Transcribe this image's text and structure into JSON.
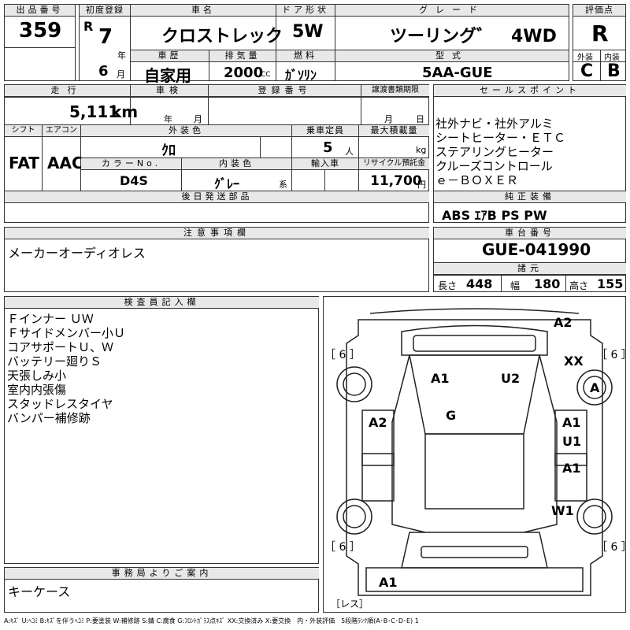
{
  "row1": {
    "lot_no_label": "出品番号",
    "lot_no": "359",
    "first_reg_label": "初度登録",
    "era": "R",
    "year": "7",
    "year_unit": "年",
    "month": "6",
    "month_unit": "月",
    "car_name_label": "車名",
    "car_name": "クロストレック",
    "doors_label": "ドア形状",
    "doors": "5W",
    "grade_label": "グレード",
    "grade": "ツーリング゛　4WD",
    "score_label": "評価点",
    "score": "R",
    "history_label": "車歴",
    "history": "自家用",
    "displacement_label": "排気量",
    "displacement": "2000",
    "displacement_unit": "CC",
    "fuel_label": "燃料",
    "fuel": "ｶﾞｿﾘﾝ",
    "model_label": "型式",
    "model": "5AA-GUE",
    "exterior_label": "外装",
    "exterior": "C",
    "interior_label": "内装",
    "interior": "B"
  },
  "row2": {
    "mileage_label": "走行",
    "mileage": "5,111",
    "mileage_unit": "km",
    "inspection_label": "車検",
    "insp_year_unit": "年",
    "insp_month_unit": "月",
    "reg_no_label": "登録番号",
    "transfer_label": "譲渡書類期限",
    "transfer_month_unit": "月",
    "transfer_day_unit": "日",
    "shift_label": "シフト",
    "shift": "FAT",
    "ac_label": "エアコン",
    "ac": "AAC",
    "color_label": "外装色",
    "color": "ｸﾛ",
    "capacity_label": "乗車定員",
    "capacity": "5",
    "capacity_unit": "人",
    "load_label": "最大積載量",
    "load_unit": "kg",
    "color_no_label": "カラーNo.",
    "color_no": "D4S",
    "int_color_label": "内装色",
    "int_color": "ｸﾞﾚｰ",
    "int_color_unit": "系",
    "import_label": "輸入車",
    "recycle_label": "リサイクル預託金",
    "recycle": "11,700",
    "recycle_unit": "円",
    "later_parts_label": "後日発送部品"
  },
  "sales": {
    "label": "セールスポイント",
    "lines": [
      "社外ナビ・社外アルミ",
      "シートヒーター・ＥＴＣ",
      "ステアリングヒーター",
      "クルーズコントロール",
      "ｅ－ＢＯＸＥＲ"
    ]
  },
  "equipment": {
    "label": "純正装備",
    "value": "ABS ｴｱB PS PW"
  },
  "notes": {
    "label": "注意事項欄",
    "value": "メーカーオーディオレス"
  },
  "chassis": {
    "label": "車台番号",
    "value": "GUE-041990",
    "specs_label": "諸元",
    "len_label": "長さ",
    "len": "448",
    "wid_label": "幅",
    "wid": "180",
    "hgt_label": "高さ",
    "hgt": "155"
  },
  "inspector": {
    "label": "検査員記入欄",
    "lines": [
      "Ｆインナー ＵＷ",
      "Ｆサイドメンバー小Ｕ",
      "コアサポートＵ、Ｗ",
      "バッテリー廻りＳ",
      "天張しみ小",
      "室内内張傷",
      "スタッドレスタイヤ",
      "バンパー補修跡"
    ]
  },
  "office": {
    "label": "事務局よりご案内",
    "value": "キーケース"
  },
  "diagram": {
    "tire_marks": [
      "［ 6 ］",
      "［ 6 ］",
      "［ 6 ］",
      "［ 6 ］"
    ],
    "spare_label": "［レス］",
    "marks": [
      "A2",
      "XX",
      "A",
      "A1",
      "U2",
      "G",
      "A2",
      "A1",
      "U1",
      "A1",
      "W1",
      "A1"
    ]
  },
  "legend": "A:ｷｽﾞ U:ﾍｺﾐ B:ｷｽﾞを伴うﾍｺﾐ P:要塗装 W:補修跡 S:錆 C:腐食 G:ﾌﾛﾝﾄｶﾞﾗｽ点ｷｽﾞ XX:交換済み X:要交換　内・外装評価　5段階ﾗﾝｸ順(A･B･C･D･E) 1"
}
